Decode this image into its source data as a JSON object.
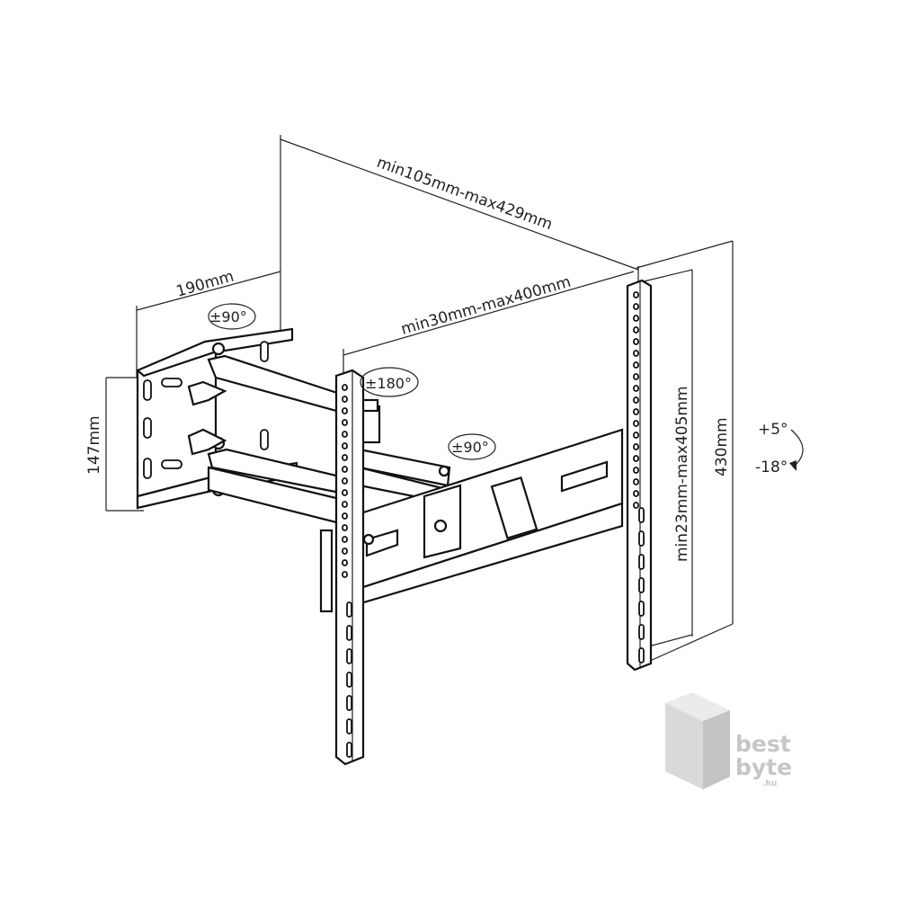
{
  "dimensions": {
    "total_depth": "min105mm-max429mm",
    "arm_extension": "min30mm-max400mm",
    "wall_plate_width": "190mm",
    "wall_plate_height": "147mm",
    "vesa_vertical": "min23mm-max405mm",
    "bracket_height": "430mm"
  },
  "rotations": {
    "wall_swivel": "±90°",
    "arm_swivel": "±180°",
    "joint_swivel": "±90°"
  },
  "tilt": {
    "up": "+5°",
    "down": "-18°"
  },
  "logo": {
    "word1": "best",
    "word2": "byte",
    "suffix": ".hu"
  },
  "colors": {
    "line": "#111111",
    "logo": "#c6c6c6"
  }
}
